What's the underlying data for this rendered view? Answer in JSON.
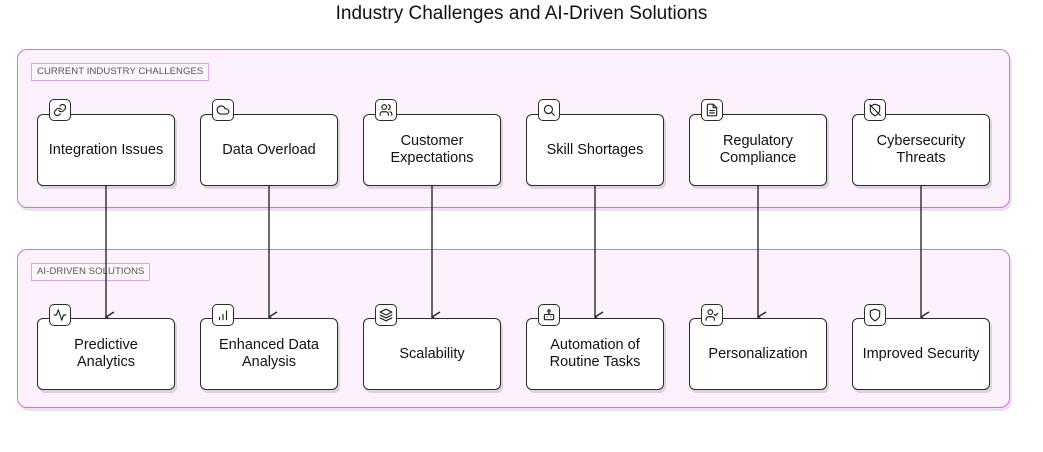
{
  "title": "Industry Challenges and AI-Driven Solutions",
  "groups": {
    "challenges": {
      "label": "CURRENT INDUSTRY CHALLENGES"
    },
    "solutions": {
      "label": "AI-DRIVEN SOLUTIONS"
    }
  },
  "challenges": [
    {
      "label": "Integration Issues",
      "icon": "link-icon"
    },
    {
      "label": "Data Overload",
      "icon": "cloud-icon"
    },
    {
      "label": "Customer Expectations",
      "icon": "users-icon"
    },
    {
      "label": "Skill Shortages",
      "icon": "search-icon"
    },
    {
      "label": "Regulatory Compliance",
      "icon": "file-text-icon"
    },
    {
      "label": "Cybersecurity Threats",
      "icon": "shield-off-icon"
    }
  ],
  "solutions": [
    {
      "label": "Predictive Analytics",
      "icon": "activity-icon"
    },
    {
      "label": "Enhanced Data Analysis",
      "icon": "bar-chart-icon"
    },
    {
      "label": "Scalability",
      "icon": "layers-icon"
    },
    {
      "label": "Automation of Routine Tasks",
      "icon": "robot-icon"
    },
    {
      "label": "Personalization",
      "icon": "user-check-icon"
    },
    {
      "label": "Improved Security",
      "icon": "shield-icon"
    }
  ],
  "edges": [
    {
      "from": "Integration Issues",
      "to": "Predictive Analytics"
    },
    {
      "from": "Data Overload",
      "to": "Enhanced Data Analysis"
    },
    {
      "from": "Customer Expectations",
      "to": "Scalability"
    },
    {
      "from": "Skill Shortages",
      "to": "Automation of Routine Tasks"
    },
    {
      "from": "Regulatory Compliance",
      "to": "Personalization"
    },
    {
      "from": "Cybersecurity Threats",
      "to": "Improved Security"
    }
  ]
}
